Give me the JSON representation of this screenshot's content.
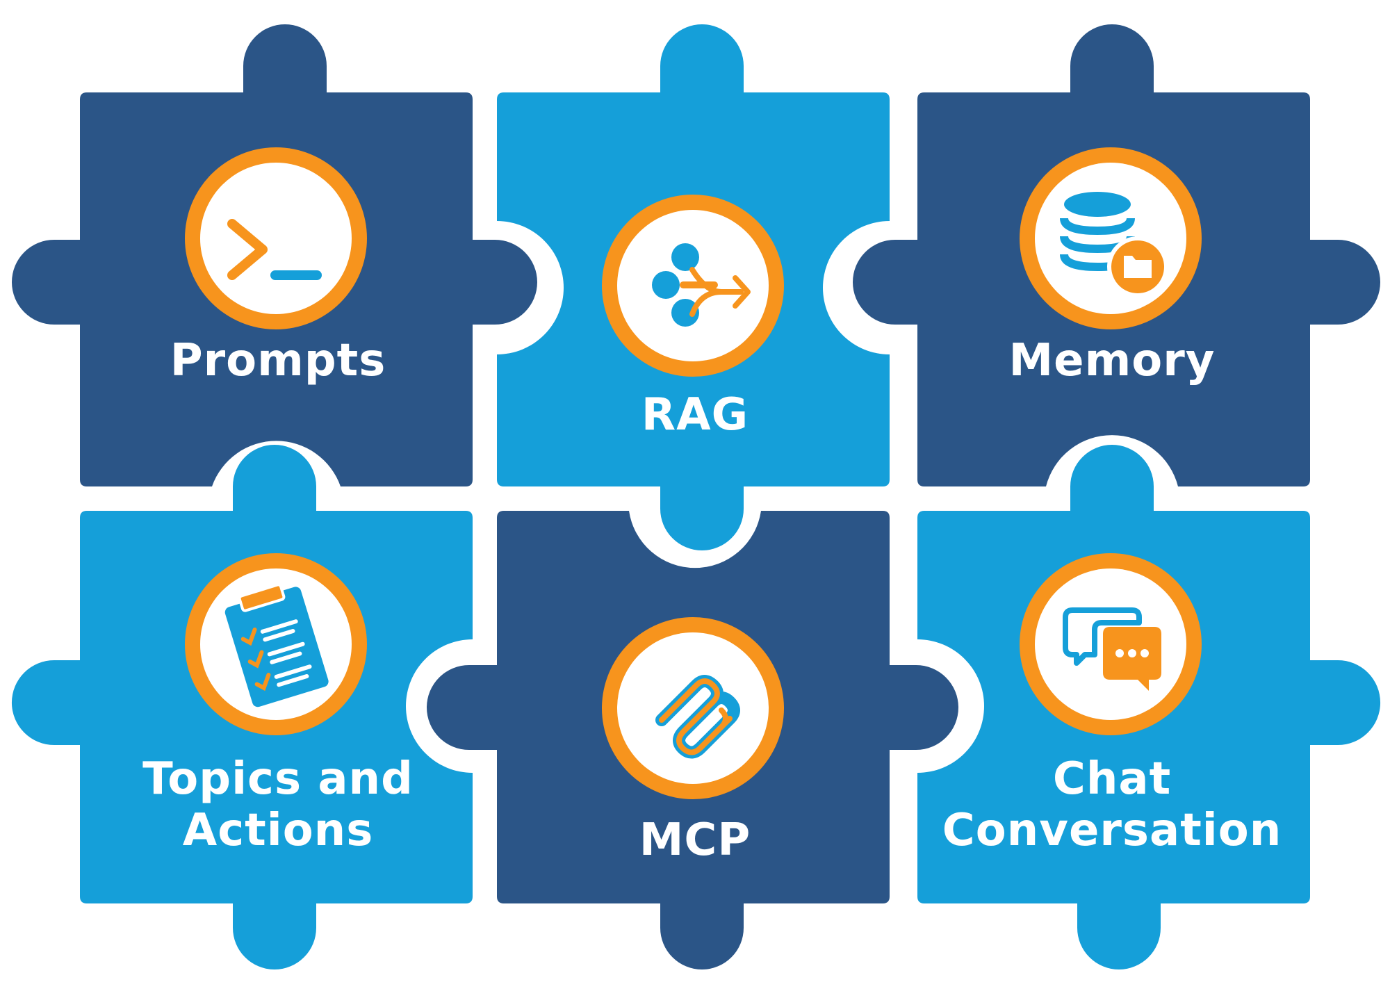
{
  "colors": {
    "dark_blue": "#2b5587",
    "light_blue": "#159fd9",
    "orange": "#f7941d",
    "white": "#ffffff"
  },
  "pieces": [
    {
      "id": "prompts",
      "label_lines": [
        "Prompts"
      ],
      "icon": "terminal-prompt-icon",
      "color": "dark_blue"
    },
    {
      "id": "rag",
      "label_lines": [
        "RAG"
      ],
      "icon": "merge-arrows-icon",
      "color": "light_blue"
    },
    {
      "id": "memory",
      "label_lines": [
        "Memory"
      ],
      "icon": "database-folder-icon",
      "color": "dark_blue"
    },
    {
      "id": "topics-actions",
      "label_lines": [
        "Topics and",
        "Actions"
      ],
      "icon": "checklist-clipboard-icon",
      "color": "light_blue"
    },
    {
      "id": "mcp",
      "label_lines": [
        "MCP"
      ],
      "icon": "mcp-logo-icon",
      "color": "dark_blue"
    },
    {
      "id": "chat",
      "label_lines": [
        "Chat",
        "Conversation"
      ],
      "icon": "chat-bubbles-icon",
      "color": "light_blue"
    }
  ]
}
